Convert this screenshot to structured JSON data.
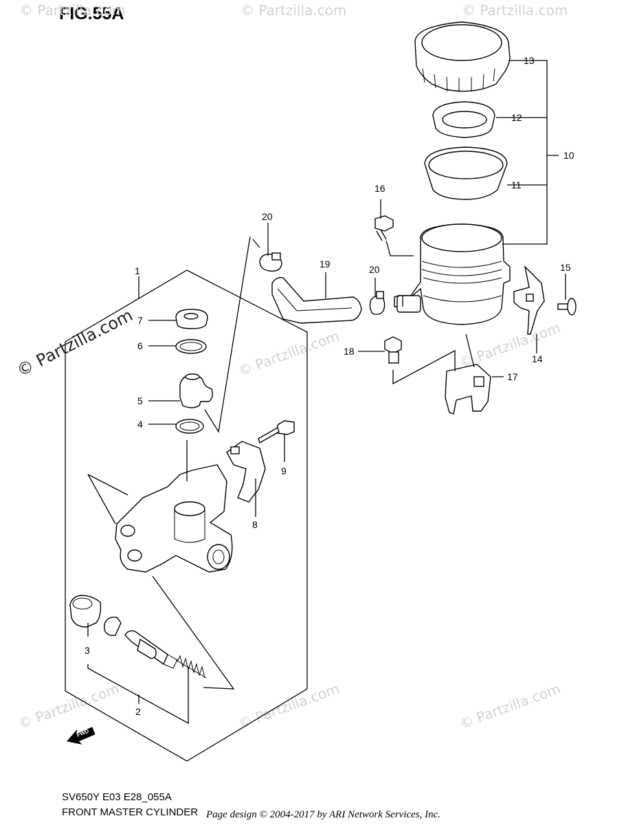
{
  "figure": {
    "title": "FIG.55A"
  },
  "watermark": {
    "text": "© Partzilla.com"
  },
  "fwd_label": "FWD",
  "callouts": {
    "c1": "1",
    "c2": "2",
    "c3": "3",
    "c4": "4",
    "c5": "5",
    "c6": "6",
    "c7": "7",
    "c8": "8",
    "c9": "9",
    "c10": "10",
    "c11": "11",
    "c12": "12",
    "c13": "13",
    "c14": "14",
    "c15": "15",
    "c16": "16",
    "c17": "17",
    "c18": "18",
    "c19": "19",
    "c20a": "20",
    "c20b": "20"
  },
  "footer": {
    "model_code": "SV650Y E03 E28_055A",
    "diagram_name": "FRONT MASTER CYLINDER",
    "copyright": "Page design © 2004-2017 by ARI Network Services, Inc."
  }
}
